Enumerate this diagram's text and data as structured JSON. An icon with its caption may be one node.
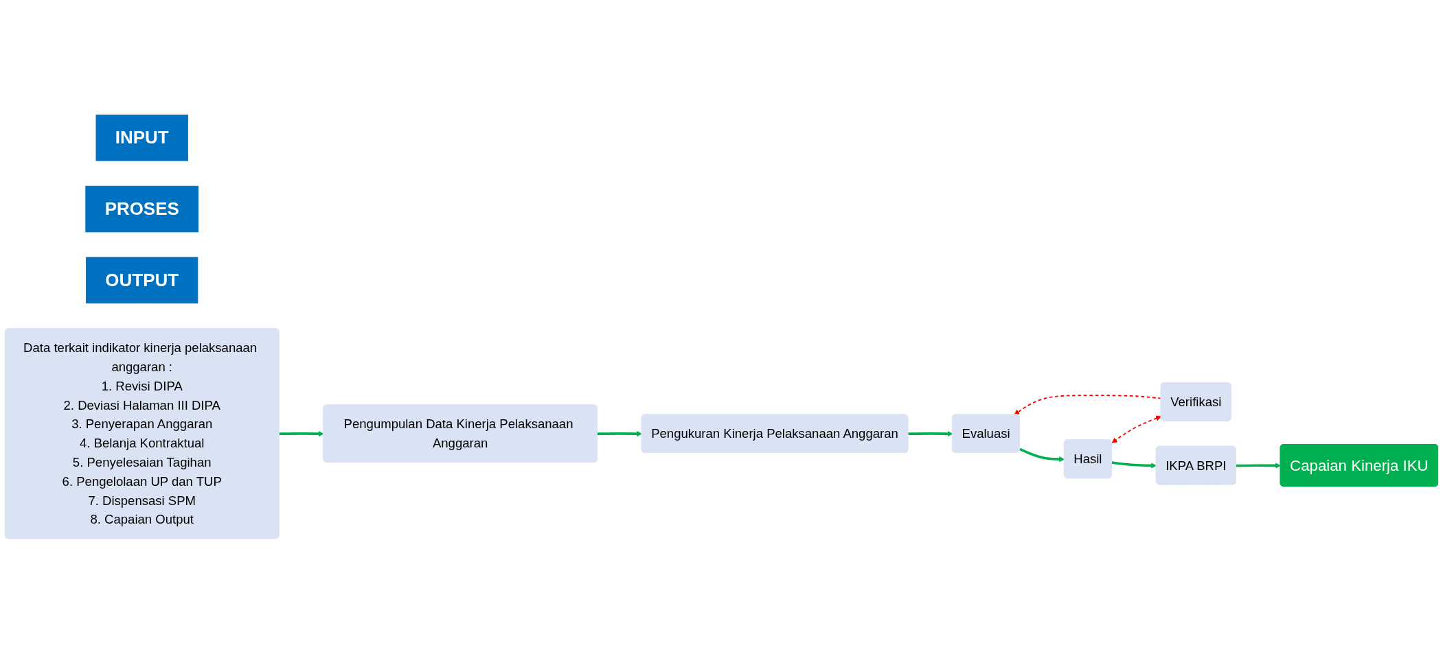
{
  "diagram": {
    "nodes": [
      {
        "text": [
          "INPUT"
        ]
      },
      {
        "text": [
          "PROSES"
        ]
      },
      {
        "text": [
          "OUTPUT"
        ]
      },
      {
        "text": [
          "Data terkait indikator kinerja pelaksanaan anggaran :",
          "1. Revisi DIPA",
          "2. Deviasi Halaman III DIPA",
          "3. Penyerapan Anggaran",
          "4. Belanja Kontraktual",
          "5. Penyelesaian Tagihan",
          "6. Pengelolaan UP dan TUP",
          "7. Dispensasi SPM",
          "8. Capaian Output"
        ]
      },
      {
        "text": [
          "Pengumpulan Data Kinerja Pelaksanaan Anggaran"
        ]
      },
      {
        "text": [
          "Pengukuran Kinerja Pelaksanaan Anggaran"
        ]
      },
      {
        "text": [
          "Evaluasi"
        ]
      },
      {
        "text": [
          "Hasil"
        ]
      },
      {
        "text": [
          "Verifikasi"
        ]
      },
      {
        "text": [
          "IKPA BRPI"
        ]
      },
      {
        "text": [
          "Capaian Kinerja IKU"
        ]
      }
    ],
    "edges": [
      {
        "from": 3,
        "to": 4,
        "arrow": "to"
      },
      {
        "from": 4,
        "to": 5,
        "arrow": "to"
      },
      {
        "from": 5,
        "to": 6,
        "arrow": "to"
      },
      {
        "from": 6,
        "to": 7,
        "arrow": "to"
      },
      {
        "from": 7,
        "to": 8,
        "arrow": "both",
        "style": "dashed",
        "color": "#ff0000"
      },
      {
        "from": 8,
        "to": 6,
        "arrow": "to",
        "style": "dashed",
        "color": "#ff0000"
      },
      {
        "from": 7,
        "to": 9,
        "arrow": "to"
      },
      {
        "from": 9,
        "to": 10,
        "arrow": "to"
      }
    ]
  }
}
